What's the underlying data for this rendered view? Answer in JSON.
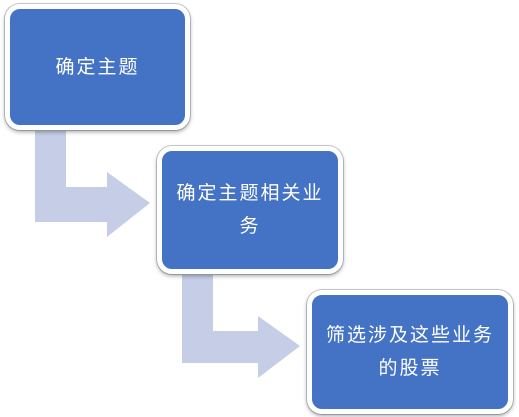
{
  "diagram": {
    "type": "flowchart",
    "colors": {
      "box_fill": "#4472C4",
      "box_border": "#ffffff",
      "box_text": "#ffffff",
      "arrow_fill": "#C6CEE7"
    },
    "steps": [
      {
        "label": "确定主题"
      },
      {
        "label": "确定主题相关业务"
      },
      {
        "label": "筛选涉及这些业务的股票"
      }
    ]
  }
}
